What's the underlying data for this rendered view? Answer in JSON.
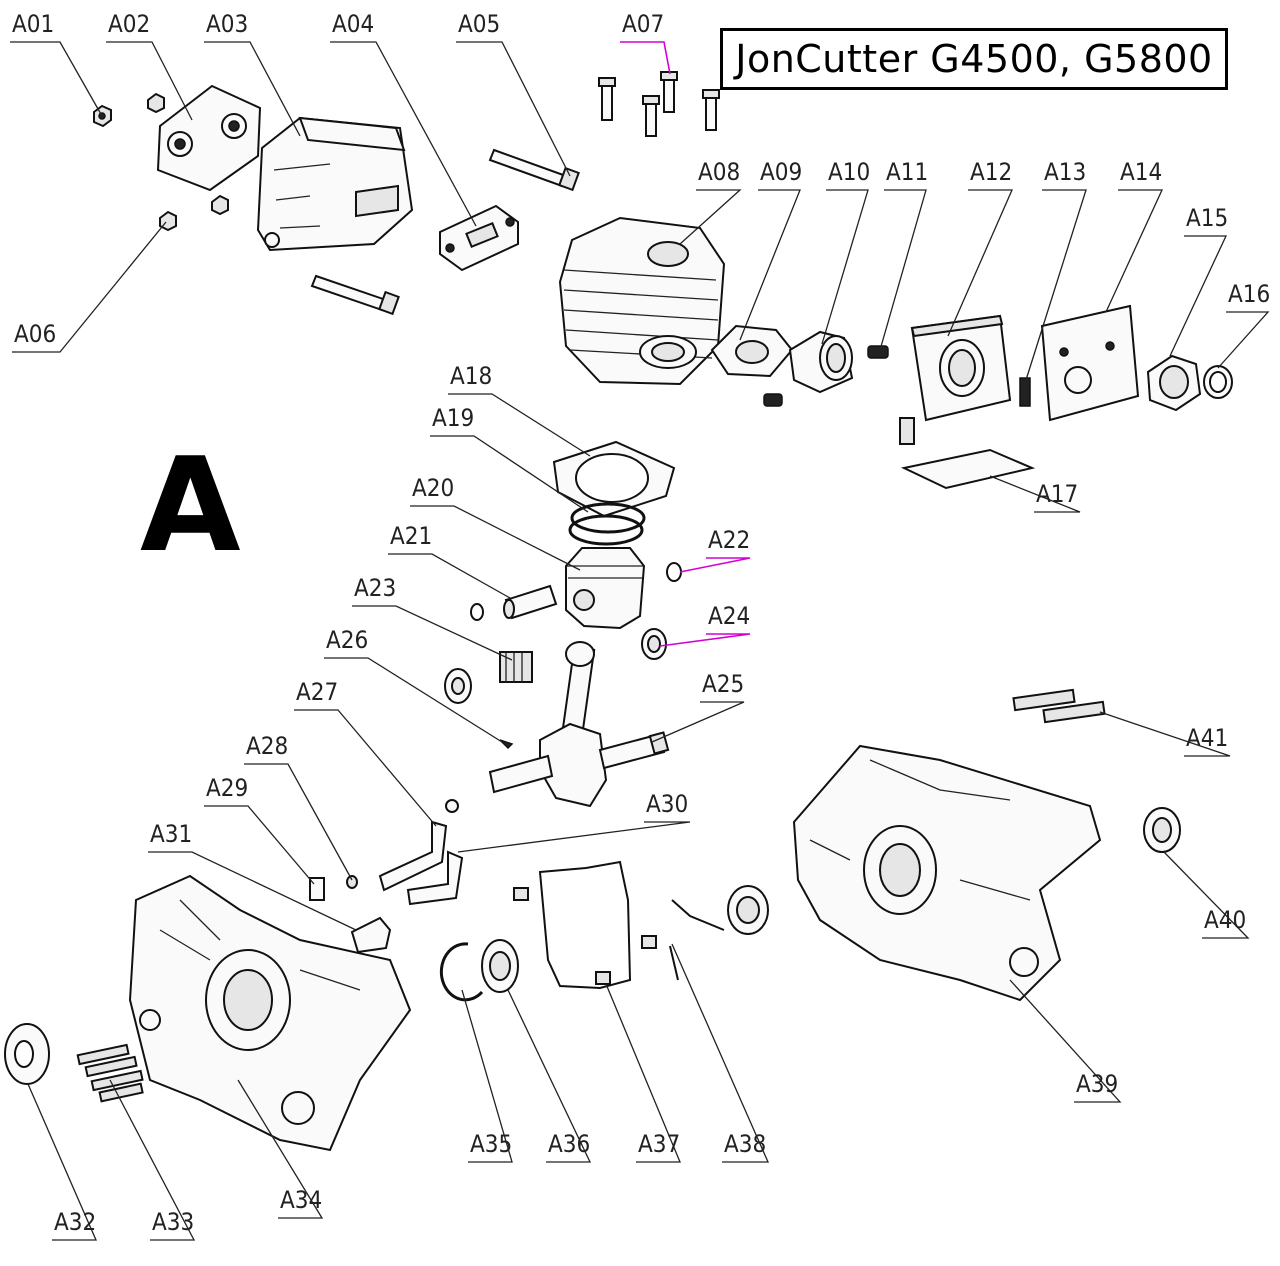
{
  "title": "JonCutter G4500, G5800",
  "section_letter": "A",
  "callouts": [
    {
      "id": "A01",
      "label": "A01"
    },
    {
      "id": "A02",
      "label": "A02"
    },
    {
      "id": "A03",
      "label": "A03"
    },
    {
      "id": "A04",
      "label": "A04"
    },
    {
      "id": "A05",
      "label": "A05"
    },
    {
      "id": "A06",
      "label": "A06"
    },
    {
      "id": "A07",
      "label": "A07"
    },
    {
      "id": "A08",
      "label": "A08"
    },
    {
      "id": "A09",
      "label": "A09"
    },
    {
      "id": "A10",
      "label": "A10"
    },
    {
      "id": "A11",
      "label": "A11"
    },
    {
      "id": "A12",
      "label": "A12"
    },
    {
      "id": "A13",
      "label": "A13"
    },
    {
      "id": "A14",
      "label": "A14"
    },
    {
      "id": "A15",
      "label": "A15"
    },
    {
      "id": "A16",
      "label": "A16"
    },
    {
      "id": "A17",
      "label": "A17"
    },
    {
      "id": "A18",
      "label": "A18"
    },
    {
      "id": "A19",
      "label": "A19"
    },
    {
      "id": "A20",
      "label": "A20"
    },
    {
      "id": "A21",
      "label": "A21"
    },
    {
      "id": "A22",
      "label": "A22"
    },
    {
      "id": "A23",
      "label": "A23"
    },
    {
      "id": "A24",
      "label": "A24"
    },
    {
      "id": "A25",
      "label": "A25"
    },
    {
      "id": "A26",
      "label": "A26"
    },
    {
      "id": "A27",
      "label": "A27"
    },
    {
      "id": "A28",
      "label": "A28"
    },
    {
      "id": "A29",
      "label": "A29"
    },
    {
      "id": "A30",
      "label": "A30"
    },
    {
      "id": "A31",
      "label": "A31"
    },
    {
      "id": "A32",
      "label": "A32"
    },
    {
      "id": "A33",
      "label": "A33"
    },
    {
      "id": "A34",
      "label": "A34"
    },
    {
      "id": "A35",
      "label": "A35"
    },
    {
      "id": "A36",
      "label": "A36"
    },
    {
      "id": "A37",
      "label": "A37"
    },
    {
      "id": "A38",
      "label": "A38"
    },
    {
      "id": "A39",
      "label": "A39"
    },
    {
      "id": "A40",
      "label": "A40"
    },
    {
      "id": "A41",
      "label": "A41"
    }
  ],
  "colors": {
    "line": "#222222",
    "highlight_leader": "#d400d4",
    "background": "#ffffff"
  }
}
